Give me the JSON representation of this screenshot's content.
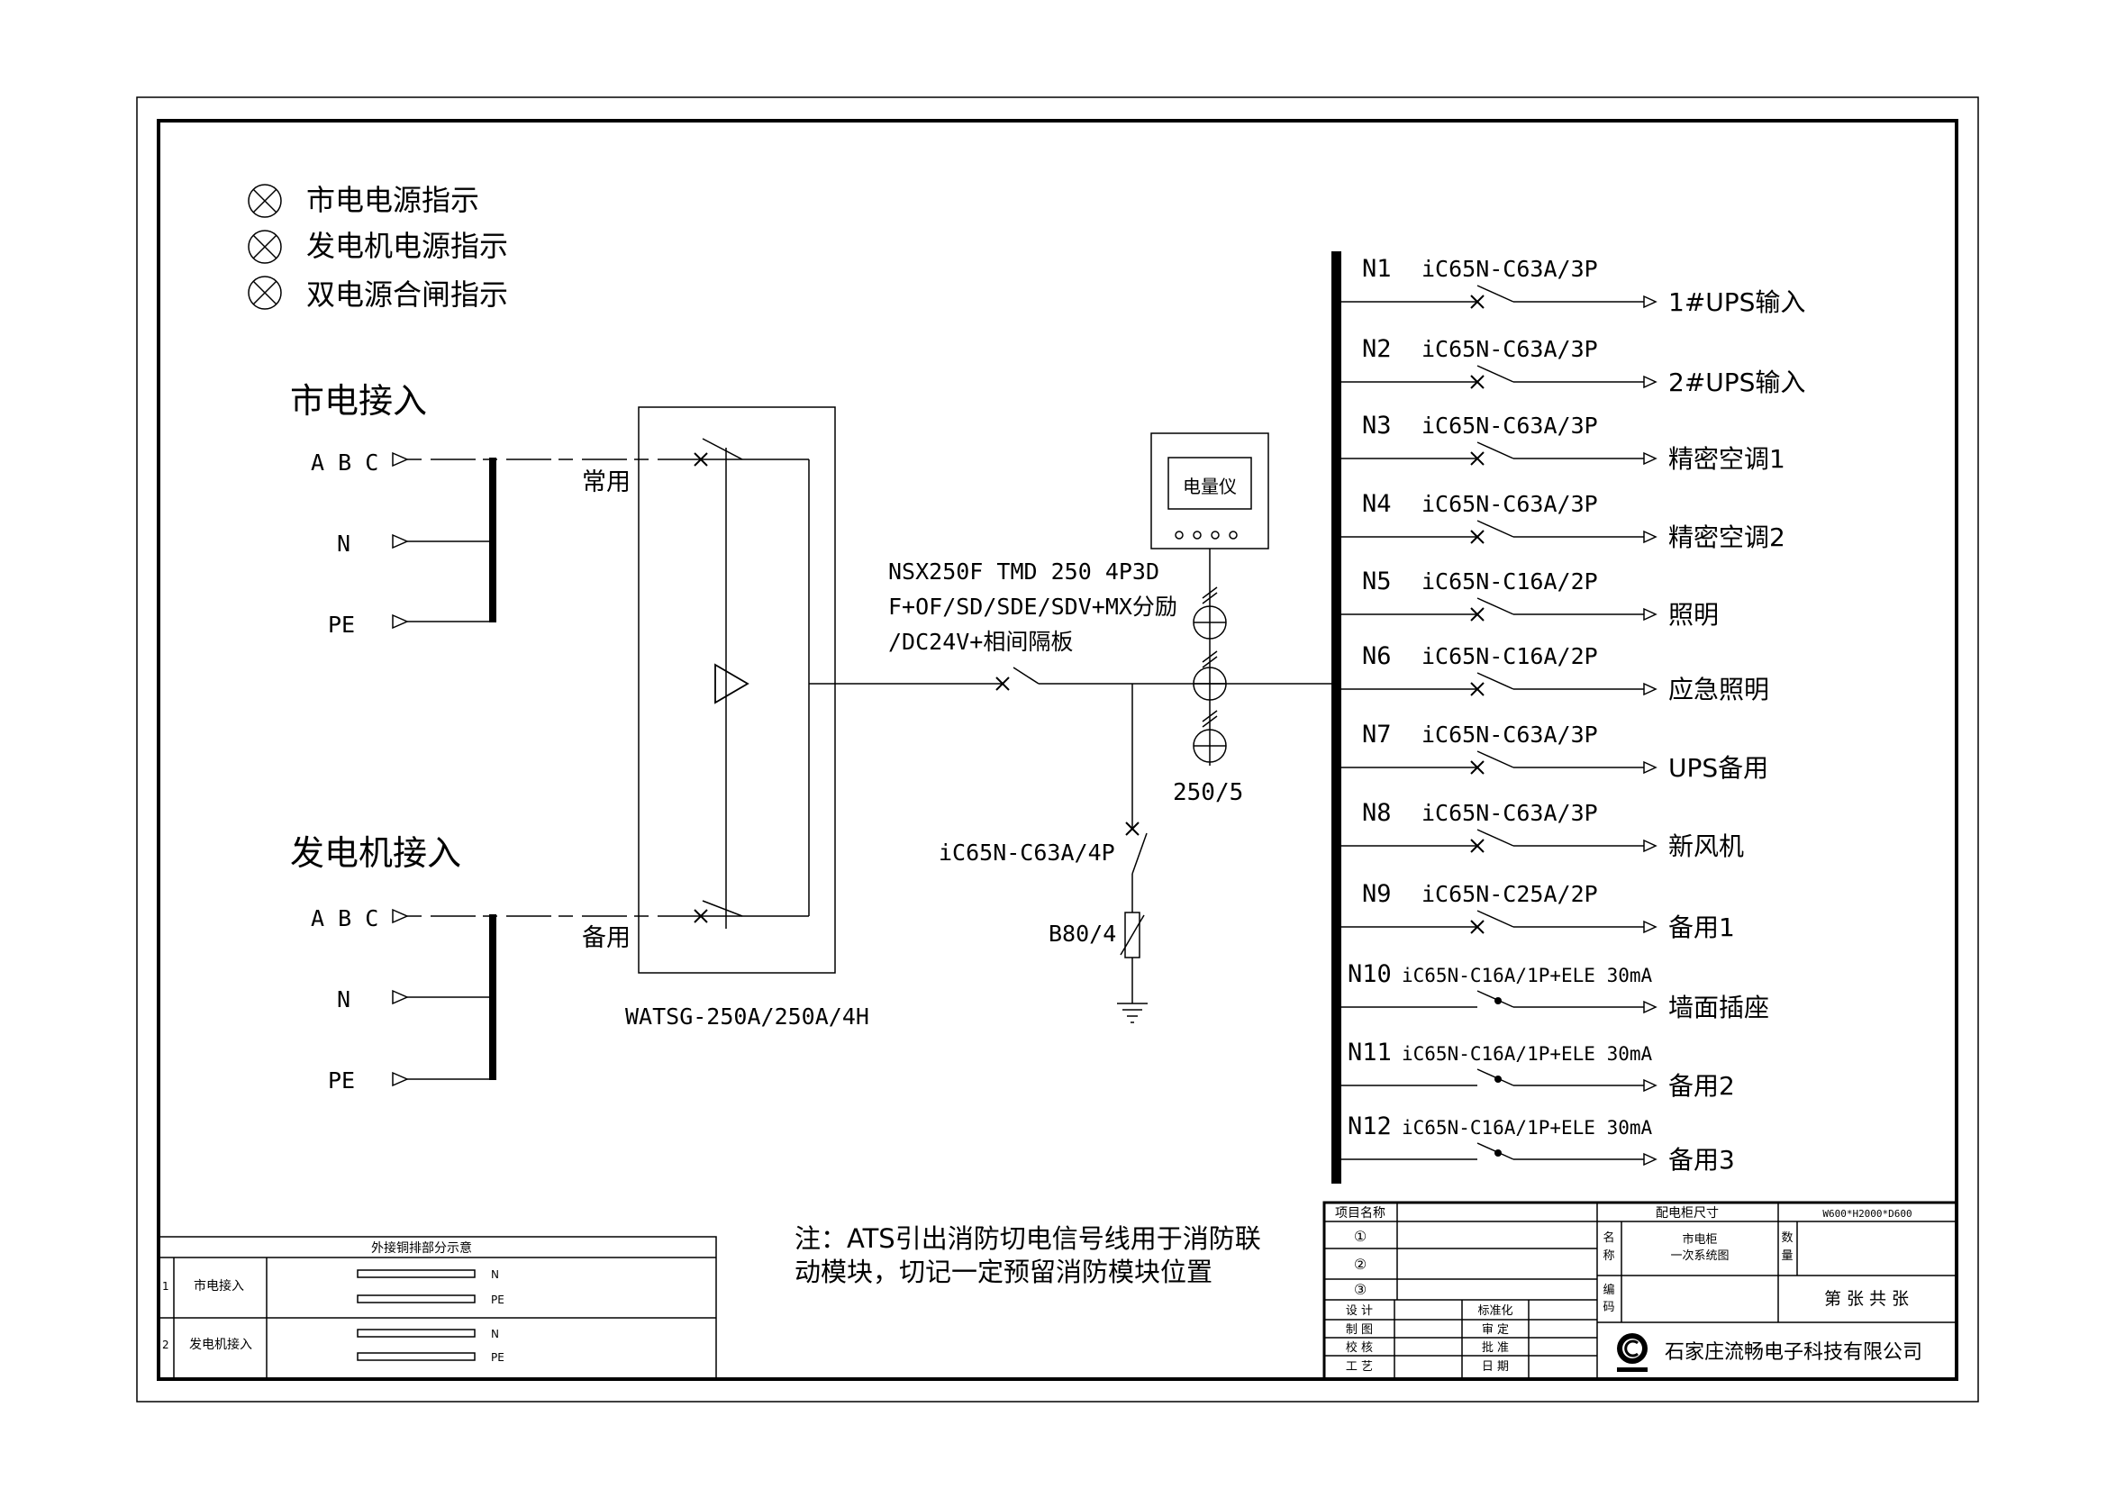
{
  "legend": [
    "市电电源指示",
    "发电机电源指示",
    "双电源合闸指示"
  ],
  "mains": {
    "title": "市电接入",
    "phase_labels": [
      "A B C",
      "N",
      "PE"
    ],
    "switch_label": "常用"
  },
  "generator": {
    "title": "发电机接入",
    "phase_labels": [
      "A B C",
      "N",
      "PE"
    ],
    "switch_label": "备用"
  },
  "ats": {
    "model": "WATSG-250A/250A/4H"
  },
  "main_breaker": {
    "lines": [
      "NSX250F TMD 250 4P3D",
      "F+OF/SD/SDE/SDV+MX分励",
      "/DC24V+相间隔板"
    ]
  },
  "meter": {
    "label": "电量仪"
  },
  "ct": {
    "ratio": "250/5"
  },
  "spd": {
    "breaker": "iC65N-C63A/4P",
    "model": "B80/4"
  },
  "circuits": [
    {
      "id": "N1",
      "breaker": "iC65N-C63A/3P",
      "load": "1#UPS输入"
    },
    {
      "id": "N2",
      "breaker": "iC65N-C63A/3P",
      "load": "2#UPS输入"
    },
    {
      "id": "N3",
      "breaker": "iC65N-C63A/3P",
      "load": "精密空调1"
    },
    {
      "id": "N4",
      "breaker": "iC65N-C63A/3P",
      "load": "精密空调2"
    },
    {
      "id": "N5",
      "breaker": "iC65N-C16A/2P",
      "load": "照明"
    },
    {
      "id": "N6",
      "breaker": "iC65N-C16A/2P",
      "load": "应急照明"
    },
    {
      "id": "N7",
      "breaker": "iC65N-C63A/3P",
      "load": "UPS备用"
    },
    {
      "id": "N8",
      "breaker": "iC65N-C63A/3P",
      "load": "新风机"
    },
    {
      "id": "N9",
      "breaker": "iC65N-C25A/2P",
      "load": "备用1"
    },
    {
      "id": "N10",
      "breaker": "iC65N-C16A/1P+ELE 30mA",
      "load": "墙面插座"
    },
    {
      "id": "N11",
      "breaker": "iC65N-C16A/1P+ELE 30mA",
      "load": "备用2"
    },
    {
      "id": "N12",
      "breaker": "iC65N-C16A/1P+ELE 30mA",
      "load": "备用3"
    }
  ],
  "note": {
    "lines": [
      "注：ATS引出消防切电信号线用于消防联",
      "动模块，切记一定预留消防模块位置"
    ]
  },
  "busbar_table": {
    "title": "外接铜排部分示意",
    "rows": [
      {
        "no": "1",
        "name": "市电接入",
        "bars": [
          "N",
          "PE"
        ]
      },
      {
        "no": "2",
        "name": "发电机接入",
        "bars": [
          "N",
          "PE"
        ]
      }
    ]
  },
  "title_block": {
    "project_name": "项目名称",
    "circle_nums": [
      "①",
      "②",
      "③"
    ],
    "cabinet_size_label": "配电柜尺寸",
    "cabinet_size": "W600*H2000*D600",
    "name_label": [
      "名",
      "称"
    ],
    "drawing_name": [
      "市电柜",
      "一次系统图"
    ],
    "qty_label": [
      "数",
      "量"
    ],
    "code_label": [
      "编",
      "码"
    ],
    "roles_left": [
      "设 计",
      "制 图",
      "校 核",
      "工 艺"
    ],
    "roles_right": [
      "标准化",
      "审 定",
      "批 准",
      "日 期"
    ],
    "sheet": "第   张 共   张",
    "company": "石家庄流畅电子科技有限公司"
  }
}
